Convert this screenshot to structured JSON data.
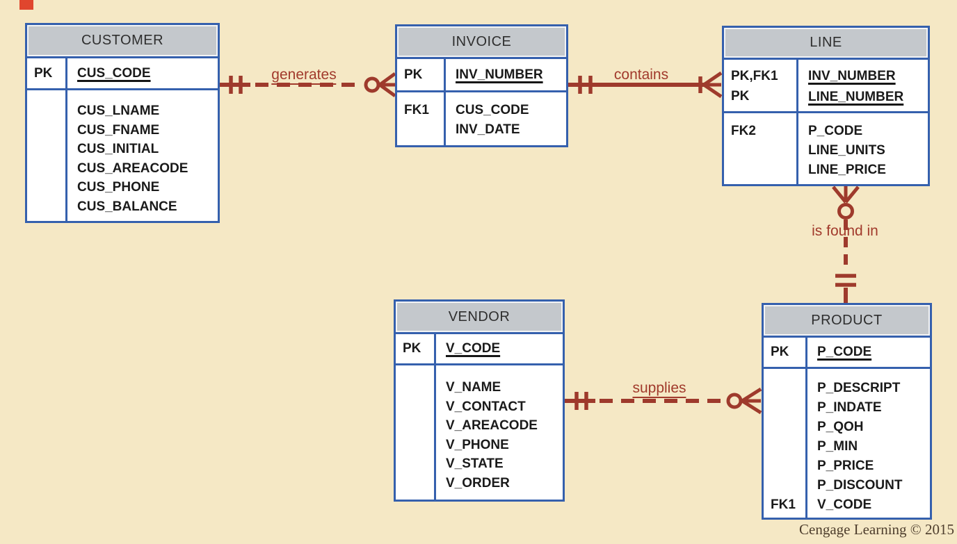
{
  "colors": {
    "background": "#f5e8c5",
    "table_border": "#3560ad",
    "header_fill": "#c4c8cc",
    "attribute_text": "#1a1a1a",
    "relationship_line": "#9e3a2c",
    "relationship_label": "#a13a2c",
    "credit_text": "#4e3e2d",
    "corner_accent": "#e0462e"
  },
  "credit": "Cengage Learning © 2015",
  "entities": [
    {
      "id": "customer",
      "title": "CUSTOMER",
      "key_rows": [
        {
          "key": "PK",
          "attr": "CUS_CODE",
          "underlined": true
        }
      ],
      "body_key": "",
      "body_attrs": [
        "CUS_LNAME",
        "CUS_FNAME",
        "CUS_INITIAL",
        "CUS_AREACODE",
        "CUS_PHONE",
        "CUS_BALANCE"
      ]
    },
    {
      "id": "invoice",
      "title": "INVOICE",
      "key_rows": [
        {
          "key": "PK",
          "attr": "INV_NUMBER",
          "underlined": true
        }
      ],
      "body_key": "FK1",
      "body_attrs": [
        "CUS_CODE",
        "INV_DATE"
      ]
    },
    {
      "id": "line",
      "title": "LINE",
      "key_rows": [
        {
          "key": "PK,FK1",
          "attr": "INV_NUMBER",
          "underlined": true
        },
        {
          "key": "PK",
          "attr": "LINE_NUMBER",
          "underlined": true
        }
      ],
      "body_key": "FK2",
      "body_attrs": [
        "P_CODE",
        "LINE_UNITS",
        "LINE_PRICE"
      ]
    },
    {
      "id": "vendor",
      "title": "VENDOR",
      "key_rows": [
        {
          "key": "PK",
          "attr": "V_CODE",
          "underlined": true
        }
      ],
      "body_key": "",
      "body_attrs": [
        "V_NAME",
        "V_CONTACT",
        "V_AREACODE",
        "V_PHONE",
        "V_STATE",
        "V_ORDER"
      ]
    },
    {
      "id": "product",
      "title": "PRODUCT",
      "key_rows": [
        {
          "key": "PK",
          "attr": "P_CODE",
          "underlined": true
        }
      ],
      "body_key": "FK1",
      "body_key_position": "bottom-aligned-with-last-attr",
      "body_attrs": [
        "P_DESCRIPT",
        "P_INDATE",
        "P_QOH",
        "P_MIN",
        "P_PRICE",
        "P_DISCOUNT",
        "V_CODE"
      ]
    }
  ],
  "relationships": [
    {
      "label": "generates",
      "label_underlined": true,
      "from": "CUSTOMER",
      "to": "INVOICE",
      "line_style": "dashed",
      "from_cardinality": "exactly-one (double tick)",
      "to_cardinality": "optional-many (circle + crow's foot)"
    },
    {
      "label": "contains",
      "label_underlined": false,
      "from": "INVOICE",
      "to": "LINE",
      "line_style": "solid",
      "from_cardinality": "exactly-one (double tick)",
      "to_cardinality": "mandatory-many (tick + crow's foot)"
    },
    {
      "label": "is found in",
      "label_underlined": false,
      "from": "PRODUCT",
      "to": "LINE",
      "line_style": "dashed",
      "from_cardinality": "exactly-one (double tick)",
      "to_cardinality": "optional-many (circle + crow's foot)"
    },
    {
      "label": "supplies",
      "label_underlined": true,
      "from": "VENDOR",
      "to": "PRODUCT",
      "line_style": "dashed",
      "from_cardinality": "exactly-one (double tick)",
      "to_cardinality": "optional-many (circle + crow's foot)"
    }
  ]
}
